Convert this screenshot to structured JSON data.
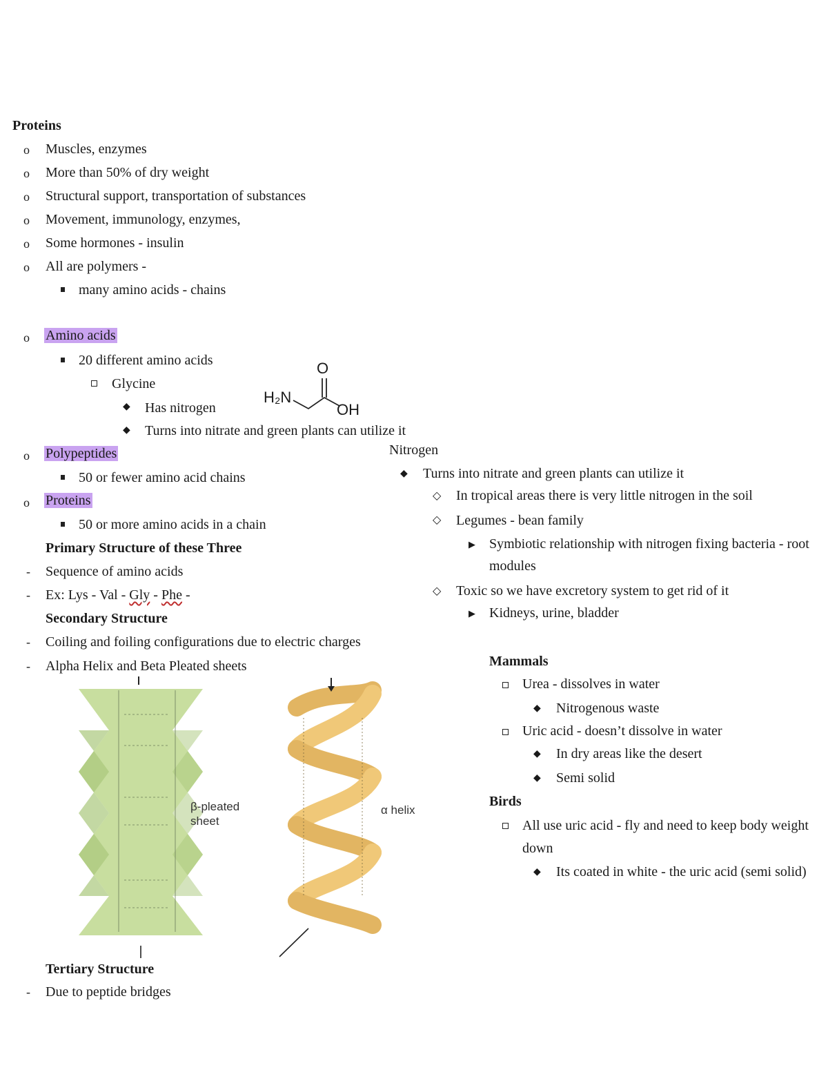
{
  "left": {
    "title": "Proteins",
    "bullets": [
      "Muscles, enzymes",
      "More than 50% of dry weight",
      "Structural support, transportation of substances",
      "Movement, immunology, enzymes,",
      "Some hormones - insulin",
      "All are polymers -"
    ],
    "polymers_sub": "many amino acids - chains",
    "amino_acids": {
      "label": "Amino acids",
      "sub": "20 different amino acids",
      "glycine": "Glycine",
      "has_nitrogen": "Has nitrogen",
      "turns_into": "Turns into nitrate and green plants can utilize it"
    },
    "polypeptides": {
      "label": "Polypeptides",
      "sub": "50 or fewer amino acid chains"
    },
    "proteins": {
      "label": "Proteins",
      "sub": "50 or more amino acids in a chain"
    },
    "primary": {
      "heading": "Primary Structure of these Three",
      "items": [
        "Sequence of amino acids"
      ],
      "example_parts": [
        "Ex: Lys - Val - ",
        "Gly",
        " - ",
        "Phe",
        " -"
      ]
    },
    "secondary": {
      "heading": "Secondary Structure",
      "items": [
        "Coiling and foiling configurations due to electric charges",
        "Alpha Helix and Beta Pleated sheets"
      ]
    },
    "tertiary": {
      "heading": "Tertiary Structure",
      "items": [
        "Due to peptide bridges"
      ]
    }
  },
  "molecule": {
    "o": "O",
    "n": "H₂N",
    "oh": "OH"
  },
  "figure": {
    "beta_label": "β-pleated sheet",
    "beta_label_lines": [
      "β-pleated",
      "sheet"
    ],
    "alpha_label": "α helix",
    "sheet_color": "#c8de9f",
    "helix_color": "#f0c878"
  },
  "right": {
    "nitrogen": "Nitrogen",
    "turns_into": "Turns into nitrate and green plants can utilize it",
    "tropical": "In tropical areas there is very little nitrogen in the soil",
    "legumes": "Legumes - bean family",
    "symbiotic_lines": [
      "Symbiotic relationship with nitrogen fixing bacteria - root",
      "modules"
    ],
    "toxic": "Toxic so we have excretory system to get rid of it",
    "kidneys": "Kidneys, urine, bladder",
    "mammals": {
      "heading": "Mammals",
      "urea": "Urea - dissolves in water",
      "nitrogenous": "Nitrogenous waste",
      "uric": "Uric acid - doesn’t dissolve in water",
      "dry": "In dry areas like the desert",
      "semi": "Semi solid"
    },
    "birds": {
      "heading": "Birds",
      "all_use_lines": [
        "All use uric acid - fly and need to keep body weight",
        "down"
      ],
      "coated": "Its coated in white - the uric acid (semi solid)"
    }
  }
}
